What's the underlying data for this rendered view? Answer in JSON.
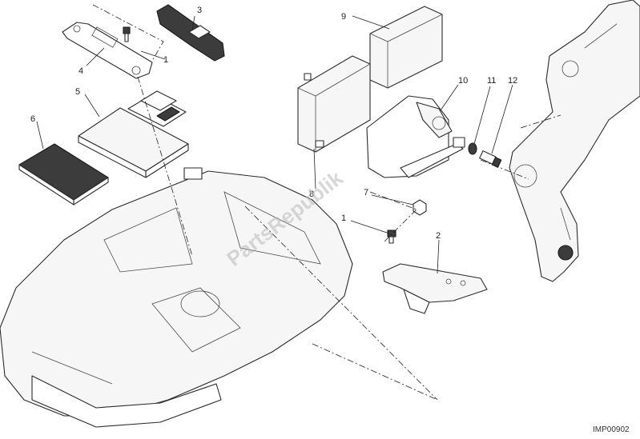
{
  "callouts": [
    {
      "id": "1",
      "label": "1"
    },
    {
      "id": "2",
      "label": "2"
    },
    {
      "id": "3",
      "label": "3"
    },
    {
      "id": "4",
      "label": "4"
    },
    {
      "id": "5",
      "label": "5"
    },
    {
      "id": "6",
      "label": "6"
    },
    {
      "id": "7",
      "label": "7"
    },
    {
      "id": "8",
      "label": "8"
    },
    {
      "id": "9",
      "label": "9"
    },
    {
      "id": "10",
      "label": "10"
    },
    {
      "id": "11",
      "label": "11"
    },
    {
      "id": "12",
      "label": "12"
    },
    {
      "id": "1b",
      "label": "1"
    }
  ],
  "watermark": "PartsRepublik",
  "diagram_ref": "IMP00902"
}
